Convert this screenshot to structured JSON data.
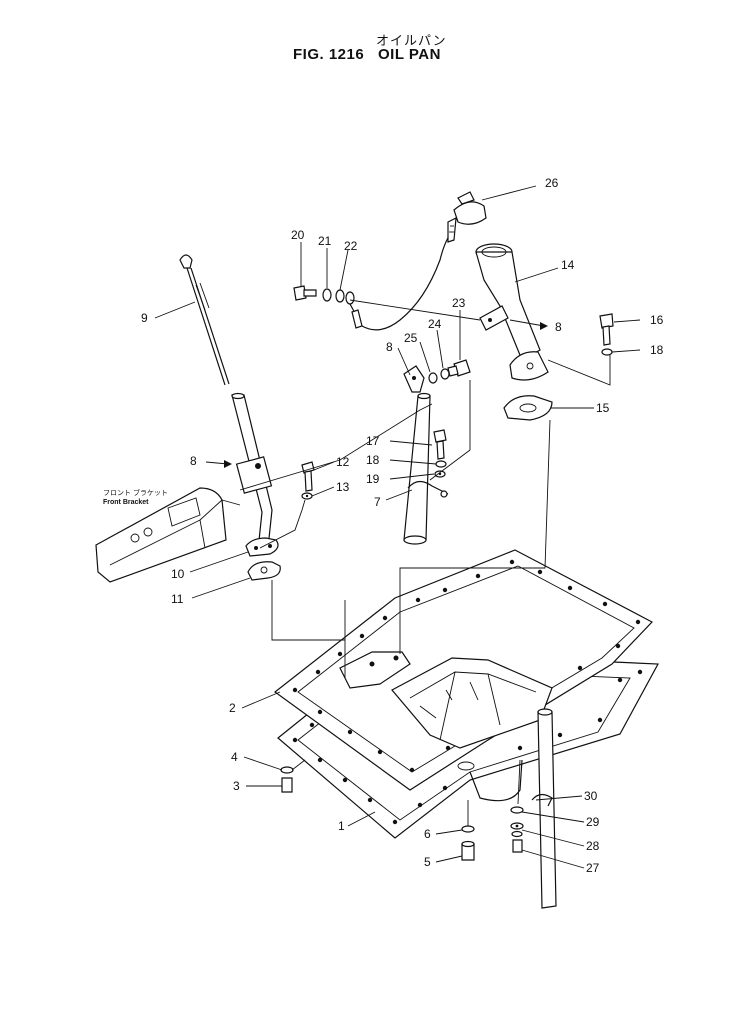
{
  "title": {
    "japanese": "オイルパン",
    "figure": "FIG. 1216",
    "name": "OIL PAN"
  },
  "bracket_note": {
    "japanese": "フロント ブラケット",
    "english": "Front Bracket"
  },
  "callouts": [
    {
      "id": "c26",
      "label": "26"
    },
    {
      "id": "c20",
      "label": "20"
    },
    {
      "id": "c21",
      "label": "21"
    },
    {
      "id": "c22",
      "label": "22"
    },
    {
      "id": "c14",
      "label": "14"
    },
    {
      "id": "c9",
      "label": "9"
    },
    {
      "id": "c23",
      "label": "23"
    },
    {
      "id": "c16a",
      "label": "16"
    },
    {
      "id": "c8a",
      "label": "8"
    },
    {
      "id": "c24",
      "label": "24"
    },
    {
      "id": "c25",
      "label": "25"
    },
    {
      "id": "c8b",
      "label": "8"
    },
    {
      "id": "c18a",
      "label": "18"
    },
    {
      "id": "c15",
      "label": "15"
    },
    {
      "id": "c17",
      "label": "17"
    },
    {
      "id": "c8c",
      "label": "8"
    },
    {
      "id": "c12",
      "label": "12"
    },
    {
      "id": "c18b",
      "label": "18"
    },
    {
      "id": "c19",
      "label": "19"
    },
    {
      "id": "c13",
      "label": "13"
    },
    {
      "id": "c7",
      "label": "7"
    },
    {
      "id": "c10",
      "label": "10"
    },
    {
      "id": "c11",
      "label": "11"
    },
    {
      "id": "c2",
      "label": "2"
    },
    {
      "id": "c4",
      "label": "4"
    },
    {
      "id": "c3",
      "label": "3"
    },
    {
      "id": "c30",
      "label": "30"
    },
    {
      "id": "c29",
      "label": "29"
    },
    {
      "id": "c1",
      "label": "1"
    },
    {
      "id": "c6",
      "label": "6"
    },
    {
      "id": "c28",
      "label": "28"
    },
    {
      "id": "c5",
      "label": "5"
    },
    {
      "id": "c27",
      "label": "27"
    }
  ]
}
